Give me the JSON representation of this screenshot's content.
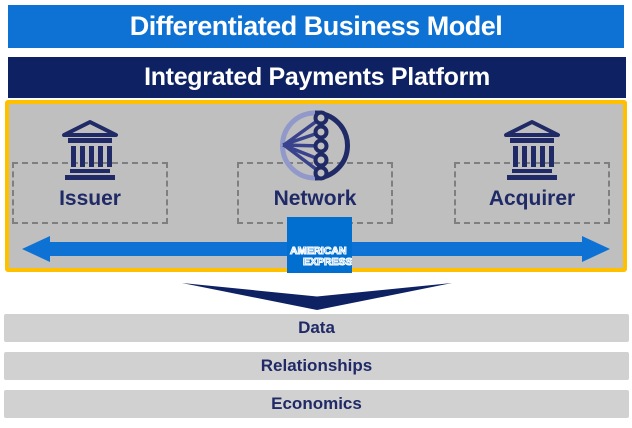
{
  "title_banner": {
    "label": "Differentiated Business Model",
    "bg_color": "#0d72d4",
    "text_color": "#ffffff"
  },
  "platform_banner": {
    "label": "Integrated Payments Platform",
    "bg_color": "#0e2163",
    "text_color": "#ffffff"
  },
  "platform": {
    "border_color": "#FFC000",
    "bg_color": "#bfbfbf",
    "nodes": [
      {
        "label": "Issuer",
        "icon": "bank-icon"
      },
      {
        "label": "Network",
        "icon": "globe-network-icon"
      },
      {
        "label": "Acquirer",
        "icon": "bank-icon"
      }
    ],
    "flow_arrow": {
      "type": "double-headed-horizontal",
      "color": "#0d72d4"
    },
    "brand_logo": {
      "line1": "AMERICAN",
      "line2": "EXPRESS",
      "bg_color": "#016FD0"
    }
  },
  "down_arrow": {
    "color": "#0e2163"
  },
  "outputs": [
    {
      "label": "Data"
    },
    {
      "label": "Relationships"
    },
    {
      "label": "Economics"
    }
  ]
}
